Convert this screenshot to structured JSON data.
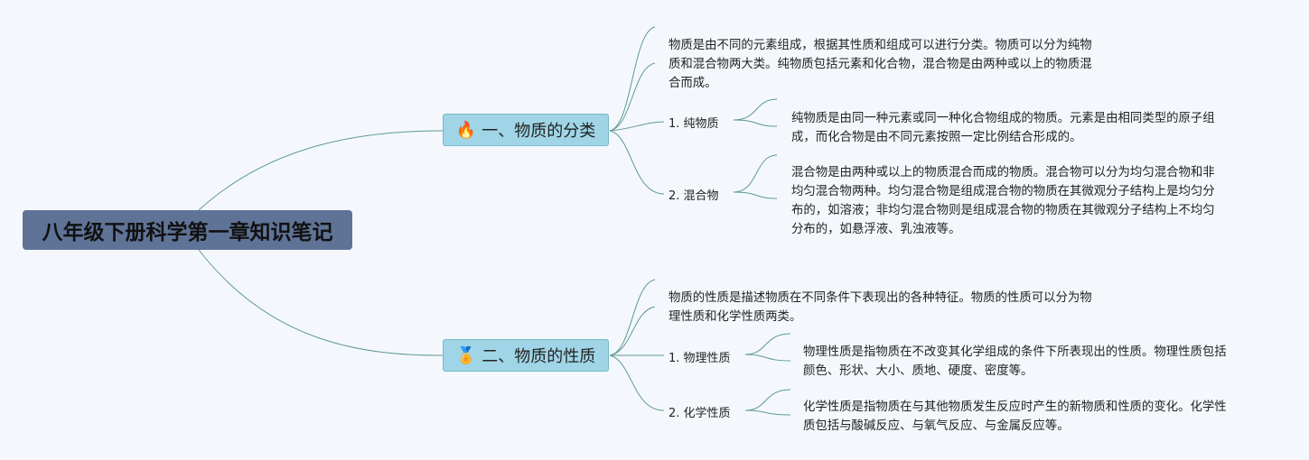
{
  "root": {
    "title": "八年级下册科学第一章知识笔记"
  },
  "branches": [
    {
      "label": "一、物质的分类",
      "icon": "fire-icon",
      "summary": [
        "物质是由不同的元素组成，根据其性质和组成可以进行分类。物质可以分为纯物",
        "质和混合物两大类。纯物质包括元素和化合物，混合物是由两种或以上的物质混",
        "合而成。"
      ],
      "items": [
        {
          "label": "1. 纯物质",
          "text": [
            "纯物质是由同一种元素或同一种化合物组成的物质。元素是由相同类型的原子组",
            "成，而化合物是由不同元素按照一定比例结合形成的。"
          ]
        },
        {
          "label": "2. 混合物",
          "text": [
            "混合物是由两种或以上的物质混合而成的物质。混合物可以分为均匀混合物和非",
            "均匀混合物两种。均匀混合物是组成混合物的物质在其微观分子结构上是均匀分",
            "布的，如溶液；非均匀混合物则是组成混合物的物质在其微观分子结构上不均匀",
            "分布的，如悬浮液、乳浊液等。"
          ]
        }
      ]
    },
    {
      "label": "二、物质的性质",
      "icon": "medal-icon",
      "summary": [
        "物质的性质是描述物质在不同条件下表现出的各种特征。物质的性质可以分为物",
        "理性质和化学性质两类。"
      ],
      "items": [
        {
          "label": "1. 物理性质",
          "text": [
            "物理性质是指物质在不改变其化学组成的条件下所表现出的性质。物理性质包括",
            "颜色、形状、大小、质地、硬度、密度等。"
          ]
        },
        {
          "label": "2. 化学性质",
          "text": [
            "化学性质是指物质在与其他物质发生反应时产生的新物质和性质的变化。化学性",
            "质包括与酸碱反应、与氧气反应、与金属反应等。"
          ]
        }
      ]
    }
  ],
  "colors": {
    "line": "#5f9a8f",
    "root": "#5f7396",
    "branch": "#9fd5e6",
    "background": "#f4f8fc"
  }
}
